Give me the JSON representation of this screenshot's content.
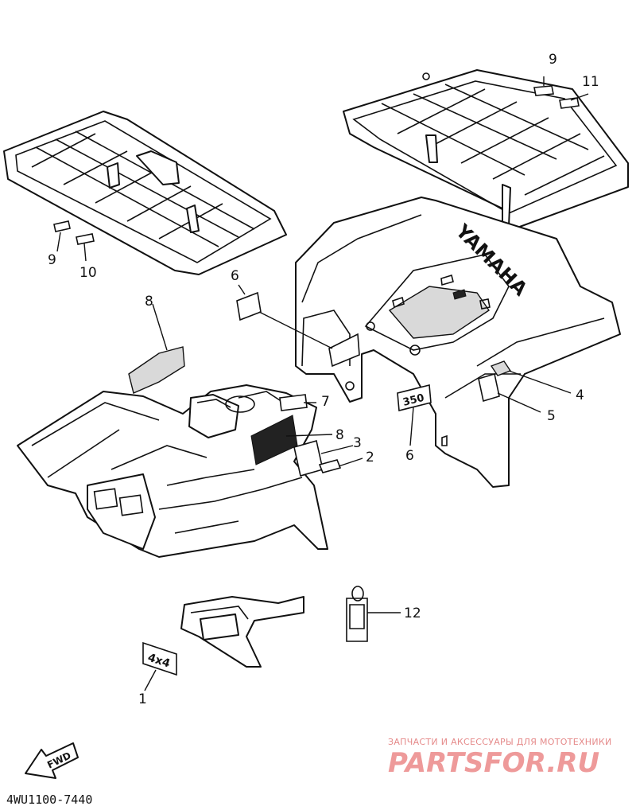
{
  "diagram": {
    "callouts": [
      {
        "id": "c9a",
        "label": "9"
      },
      {
        "id": "c11",
        "label": "11"
      },
      {
        "id": "c9b",
        "label": "9"
      },
      {
        "id": "c10",
        "label": "10"
      },
      {
        "id": "c6a",
        "label": "6"
      },
      {
        "id": "c8a",
        "label": "8"
      },
      {
        "id": "c7",
        "label": "7"
      },
      {
        "id": "c8b",
        "label": "8"
      },
      {
        "id": "c3",
        "label": "3"
      },
      {
        "id": "c2",
        "label": "2"
      },
      {
        "id": "c4",
        "label": "4"
      },
      {
        "id": "c5",
        "label": "5"
      },
      {
        "id": "c6b",
        "label": "6"
      },
      {
        "id": "c12",
        "label": "12"
      },
      {
        "id": "c1",
        "label": "1"
      }
    ],
    "fender_brand": "YAMAHA",
    "decal_4x4": "4x4",
    "decal_350": "350",
    "fwd_label": "FWD",
    "diagram_code": "4WU1100-7440"
  },
  "watermark": {
    "caption": "ЗАПЧАСТИ И АКСЕССУАРЫ ДЛЯ МОТОТЕХНИКИ",
    "logo": "PARTSFOR.RU",
    "colors": {
      "logo": "#ee9a9a",
      "caption": "#e58a8a"
    }
  }
}
